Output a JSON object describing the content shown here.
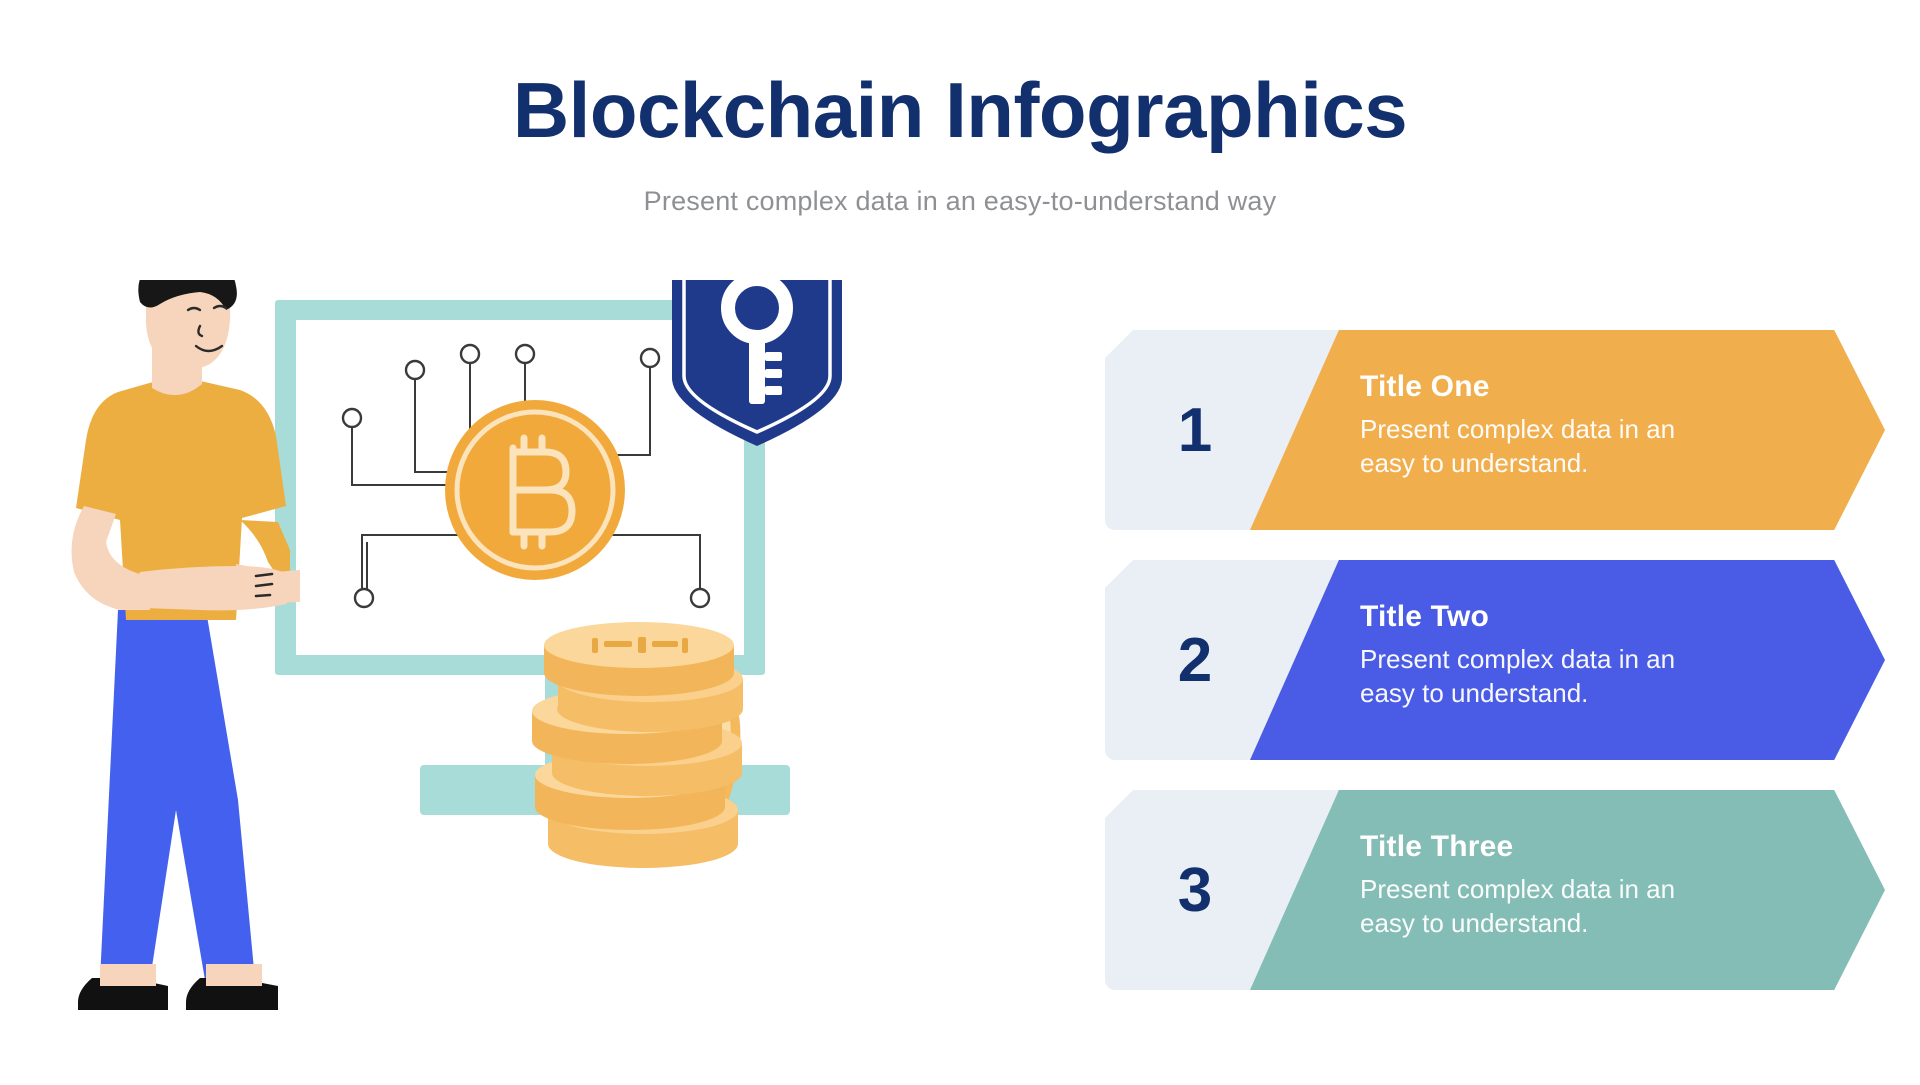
{
  "header": {
    "title": "Blockchain Infographics",
    "subtitle": "Present complex data in an easy-to-understand way"
  },
  "colors": {
    "navy": "#13306E",
    "subtitle_gray": "#8e9094",
    "number_block": "#e9eff4",
    "banner_one": "#F0AE4C",
    "banner_two": "#4A5CE5",
    "banner_three": "#84BDB5",
    "monitor_mint": "#A8DCD8",
    "coin_gold": "#F2A93B",
    "shirt_orange": "#EDAE41",
    "pants_blue": "#4361EE",
    "skin": "#F7D5BC",
    "hair_black": "#1A1A1A"
  },
  "banners": [
    {
      "number": "1",
      "title": "Title One",
      "description": "Present complex data in an easy to understand.",
      "color": "#F0AE4C"
    },
    {
      "number": "2",
      "title": "Title Two",
      "description": "Present complex data in an easy to understand.",
      "color": "#4A5CE5"
    },
    {
      "number": "3",
      "title": "Title Three",
      "description": "Present complex data in an easy to understand.",
      "color": "#84BDB5"
    }
  ],
  "illustration": {
    "person_label": "person-illustration",
    "monitor_label": "computer-monitor",
    "bitcoin_label": "bitcoin-coin-icon",
    "shield_label": "shield-key-icon",
    "coins_label": "coin-stack-icon",
    "network_nodes": 6
  }
}
